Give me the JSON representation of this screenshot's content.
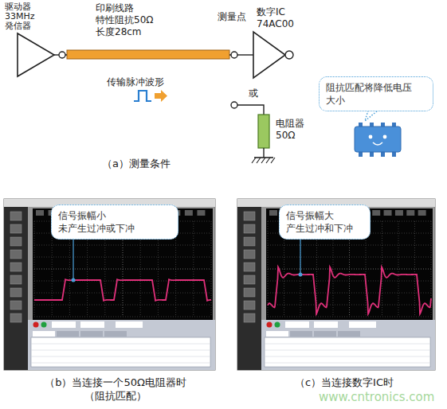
{
  "diagram": {
    "nodes": [
      {
        "text": [
          "阻抗匹配将降低电压 大小"
        ]
      },
      {
        "text": [
          "信号振幅小 未产生过冲或下冲"
        ]
      },
      {
        "text": [
          "信号振幅大 产生过冲和下冲"
        ]
      }
    ],
    "labels": [
      "驱动器 33MHz 発信器",
      "印刷线路 特性阻抗50Ω 长度28cm",
      "测量点",
      "数字IC 74AC00",
      "传输脉冲波形",
      "或",
      "电阻器 50Ω",
      "（a）测量条件",
      "（b）当连接一个50Ω电阻器时 （阻抗匹配）",
      "（c）当连接数字IC时",
      "www.cntronics.com"
    ]
  }
}
